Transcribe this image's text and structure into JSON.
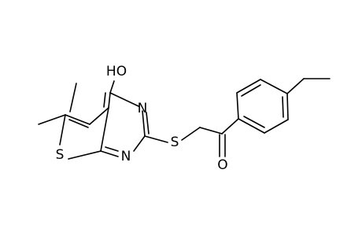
{
  "structure": {
    "atom_labels": {
      "hydroxyl": "HO",
      "pyrimidine_n_upper": "N",
      "pyrimidine_n_lower": "N",
      "thiophene_s": "S",
      "thioether_s": "S",
      "carbonyl_o": "O"
    }
  }
}
